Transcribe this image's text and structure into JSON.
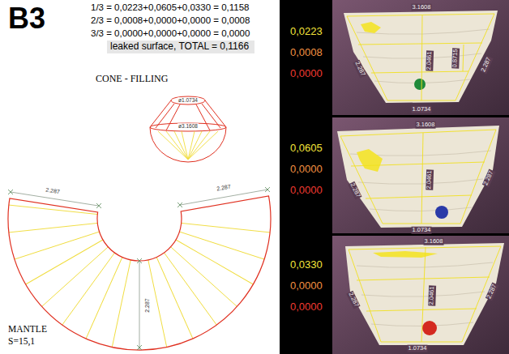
{
  "diagram": {
    "title": "B3",
    "nodes": [
      {
        "text": [
          "leaked surface, TOTAL = 0,1166"
        ]
      }
    ],
    "labels": [
      "1/3 = 0,0223+0,0605+0,0330 = 0,1158",
      "2/3 = 0,0008+0,0000+0,0000 = 0,0008",
      "3/3 = 0,0000+0,0000+0,0000 = 0,0000",
      "CONE - FILLING",
      "ø1.0734",
      "ø3.1608",
      "2.287",
      "2.287",
      "2.287",
      "MANTLE",
      "S=15,1",
      "0,0223",
      "0,0008",
      "0,0000",
      "0,0605",
      "0,0000",
      "0,0000",
      "0,0330",
      "0,0000",
      "0,0000",
      "3.1608",
      "0.8715",
      "2.0461",
      "2.287",
      "2.287",
      "1.0734",
      "3.1608",
      "2.287",
      "2.0461",
      "2.287",
      "1.0734",
      "3.1608",
      "2.287",
      "2.0461",
      "2.287",
      "1.0734"
    ]
  }
}
